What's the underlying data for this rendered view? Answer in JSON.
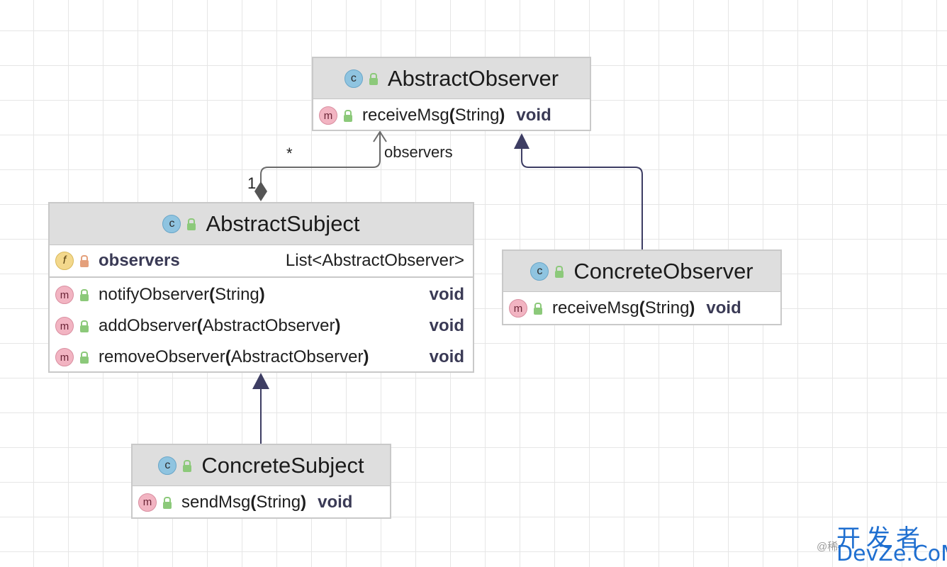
{
  "classes": {
    "abstract_observer": {
      "name": "AbstractObserver",
      "methods": [
        {
          "name": "receiveMsg",
          "params": "String",
          "ret": "void"
        }
      ]
    },
    "abstract_subject": {
      "name": "AbstractSubject",
      "field": {
        "name": "observers",
        "type": "List<AbstractObserver>"
      },
      "methods": [
        {
          "name": "notifyObserver",
          "params": "String",
          "ret": "void"
        },
        {
          "name": "addObserver",
          "params": "AbstractObserver",
          "ret": "void"
        },
        {
          "name": "removeObserver",
          "params": "AbstractObserver",
          "ret": "void"
        }
      ]
    },
    "concrete_observer": {
      "name": "ConcreteObserver",
      "methods": [
        {
          "name": "receiveMsg",
          "params": "String",
          "ret": "void"
        }
      ]
    },
    "concrete_subject": {
      "name": "ConcreteSubject",
      "methods": [
        {
          "name": "sendMsg",
          "params": "String",
          "ret": "void"
        }
      ]
    }
  },
  "association": {
    "multiplicity_target": "*",
    "multiplicity_source": "1",
    "role": "observers"
  },
  "icons": {
    "class": "c",
    "method": "m",
    "field": "f"
  },
  "colors": {
    "generalization": "#3d3d63",
    "association": "#6b6b6b",
    "class_icon": "#8fc4e0",
    "method_icon": "#f2b4c2",
    "field_icon": "#f3d88c"
  },
  "watermark": {
    "line1": "开发者",
    "line2": "DevZe.CoM",
    "prefix": "@稀"
  }
}
